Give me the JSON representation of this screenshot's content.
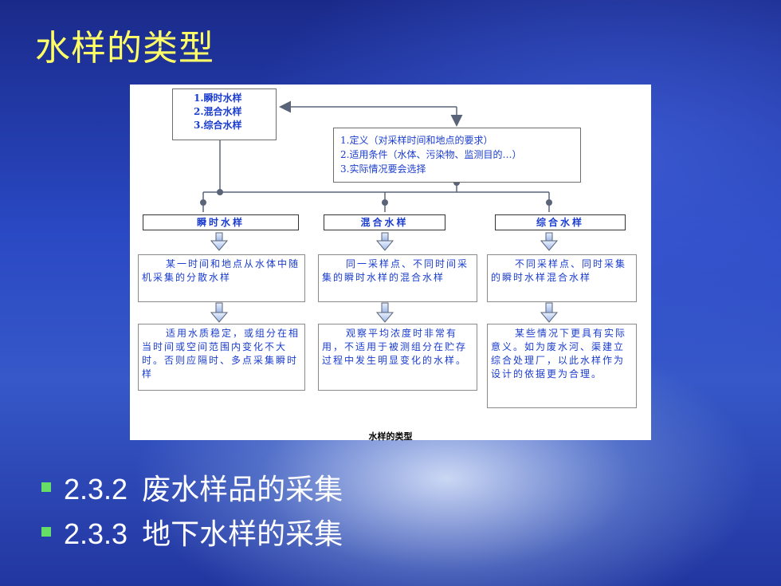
{
  "slide": {
    "title": "水样的类型"
  },
  "diagram": {
    "types_box": [
      "1.瞬时水样",
      "2.混合水样",
      "3.综合水样"
    ],
    "requirements_box": [
      "1.定义（对采样时间和地点的要求）",
      "2.适用条件（水体、污染物、监测目的…）",
      "3.实际情况要会选择"
    ],
    "columns": [
      {
        "header": "瞬时水样",
        "definition": "某一时间和地点从水体中随机采集的分散水样",
        "application": "适用水质稳定，或组分在相当时间或空间范围内变化不大时。否则应隔时、多点采集瞬时样"
      },
      {
        "header": "混合水样",
        "definition": "同一采样点、不同时间采集的瞬时水样的混合水样",
        "application": "观察平均浓度时非常有用，不适用于被测组分在贮存过程中发生明显变化的水样。"
      },
      {
        "header": "综合水样",
        "definition": "不同采样点、同时采集的瞬时水样混合水样",
        "application": "某些情况下更具有实际意义。如为废水河、渠建立综合处理厂，以此水样作为设计的依据更为合理。"
      }
    ],
    "caption": "水样的类型"
  },
  "bullets": [
    {
      "number": "2.3.2",
      "text": "废水样品的采集"
    },
    {
      "number": "2.3.3",
      "text": "地下水样的采集"
    }
  ],
  "colors": {
    "title": "#ffff66",
    "bullet": "#66dd66",
    "diagram_text": "#1a3ccf"
  }
}
